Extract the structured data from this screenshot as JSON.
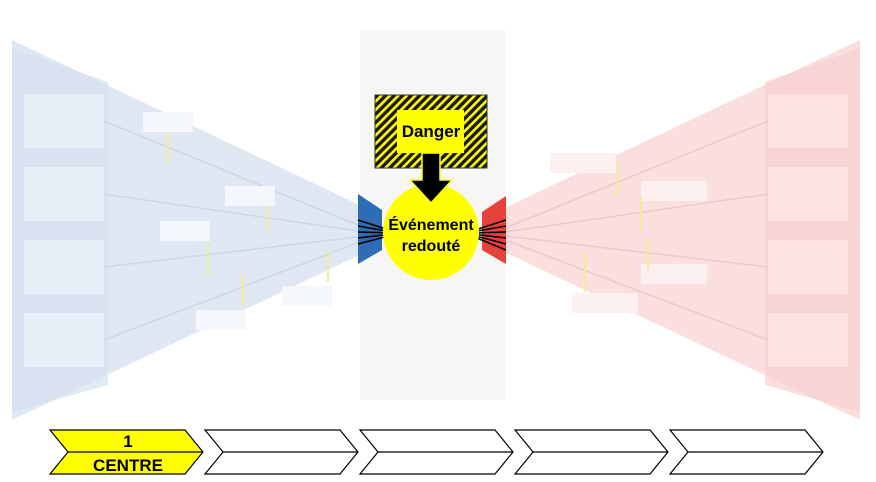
{
  "diagram": {
    "danger_label": "Danger",
    "event_label_line1": "Événement",
    "event_label_line2": "redouté",
    "colors": {
      "danger_yellow": "#ffff00",
      "threat_blue": "#2e6db4",
      "consequence_red": "#e8403a",
      "arrow_black": "#000000"
    }
  },
  "steps": [
    {
      "number": "1",
      "label": "CENTRE",
      "active": true
    },
    {
      "number": "",
      "label": "",
      "active": false
    },
    {
      "number": "",
      "label": "",
      "active": false
    },
    {
      "number": "",
      "label": "",
      "active": false
    },
    {
      "number": "",
      "label": "",
      "active": false
    }
  ]
}
